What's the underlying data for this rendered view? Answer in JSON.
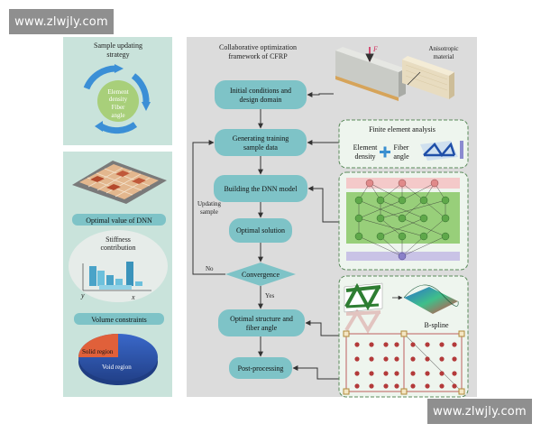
{
  "watermark": {
    "text": "www.zlwjly.com"
  },
  "left_panel": {
    "strategy_title_1": "Sample updating",
    "strategy_title_2": "strategy",
    "cycle_text_1": "Element",
    "cycle_text_2": "density",
    "cycle_text_3": "Fiber",
    "cycle_text_4": "angle",
    "optimal_label": "Optimal value of DNN",
    "stiffness_1": "Stiffness",
    "stiffness_2": "contribution",
    "axis_x": "x",
    "axis_y": "y",
    "volume_label": "Volume constraints",
    "solid_region": "Solid region",
    "void_region": "Void region"
  },
  "main": {
    "title_1": "Collaborative optimization",
    "title_2": "framework of CFRP",
    "force_label": "F",
    "aniso_1": "Anisotropic",
    "aniso_2": "material",
    "step1_1": "Initial conditions and",
    "step1_2": "design domain",
    "step2_1": "Generating training",
    "step2_2": "sample data",
    "step3": "Building the DNN model",
    "step4": "Optimal solution",
    "decision": "Convergence",
    "step5_1": "Optimal structure and",
    "step5_2": "fiber angle",
    "step6": "Post-processing",
    "updating_1": "Updating",
    "updating_2": "sample",
    "no_label": "No",
    "yes_label": "Yes"
  },
  "right_panel": {
    "fea_title": "Finite element analysis",
    "elem_1": "Element",
    "elem_2": "density",
    "fiber_1": "Fiber",
    "fiber_2": "angle",
    "bspline": "B-spline"
  },
  "colors": {
    "panel_bg": "#dcdcdc",
    "left_bg": "#c9e3db",
    "box_fill": "#7ec3c7",
    "arrow": "#333333"
  }
}
